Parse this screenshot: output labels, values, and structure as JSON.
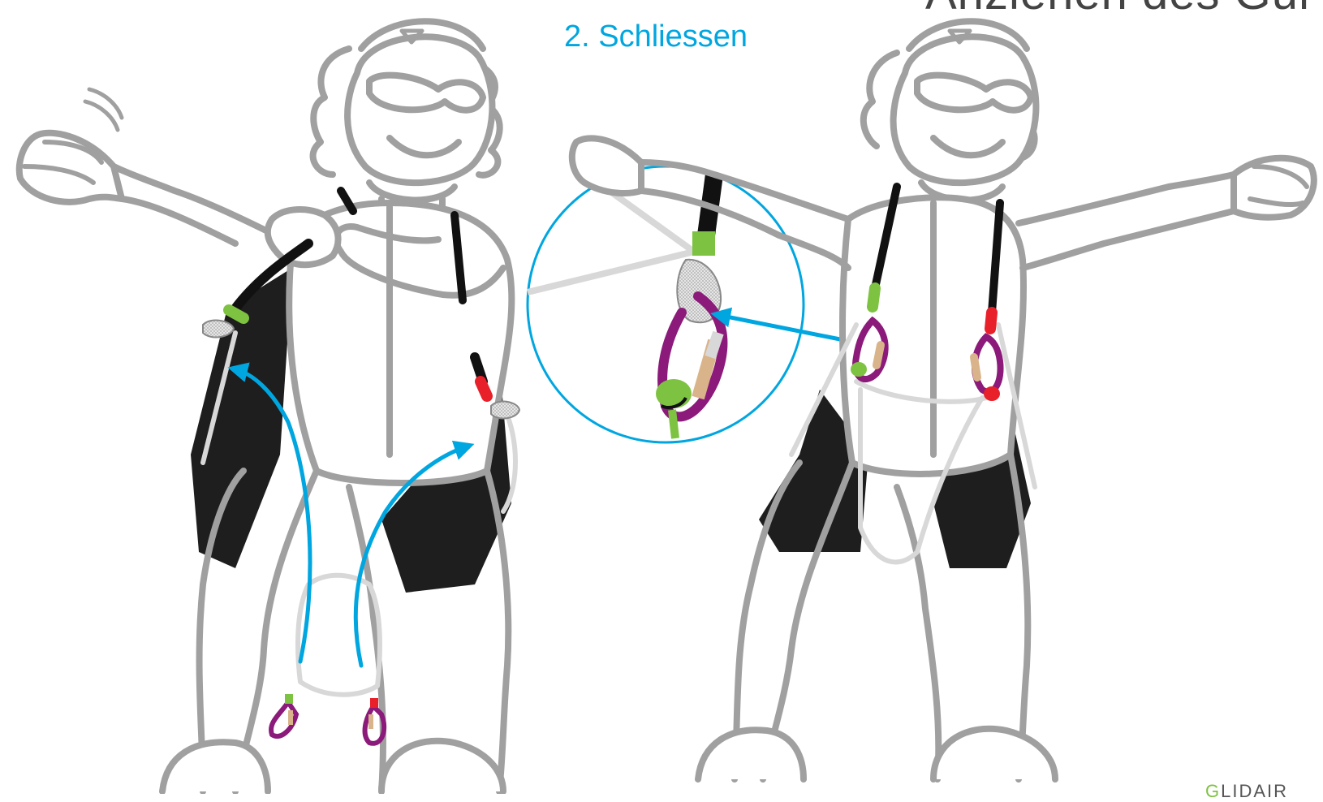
{
  "header": {
    "title": "Anziehen des Gur"
  },
  "step": {
    "label": "2. Schliessen"
  },
  "brand": {
    "first_letter": "G",
    "rest": "LIDAIR"
  },
  "colors": {
    "outline": "#a0a0a0",
    "accent_arrow": "#00a6e0",
    "strap_black": "#111111",
    "marker_green": "#7dc241",
    "marker_red": "#e8202a",
    "carabiner_purple": "#8b1a7a",
    "buckle_tan": "#d9b48a",
    "harness_grey": "#d8d8d8"
  },
  "figures": [
    {
      "name": "pilot-opening-leg-loops",
      "icons": [
        "person-icon",
        "leg-strap-icon",
        "carabiner-icon"
      ]
    },
    {
      "name": "pilot-closed-harness",
      "icons": [
        "person-icon",
        "carabiner-icon"
      ]
    }
  ],
  "detail": {
    "icon": "carabiner-detail-icon"
  }
}
